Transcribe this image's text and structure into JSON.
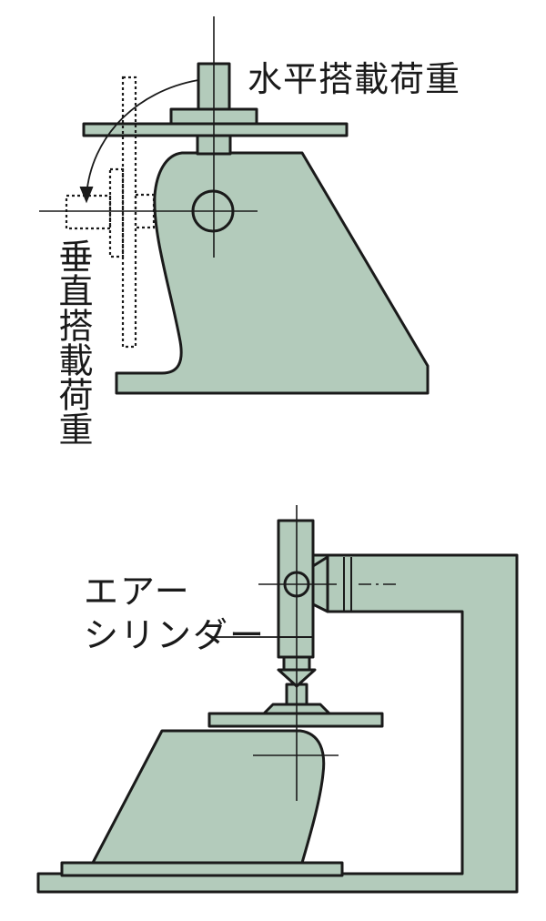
{
  "labels": {
    "horizontal_load": "水平搭載荷重",
    "vertical_load": "垂直搭載荷重",
    "air_cylinder_line1": "エアー",
    "air_cylinder_line2": "シリンダー"
  },
  "colors": {
    "fill": "#b3cbbb",
    "stroke": "#1a1a1a",
    "background": "#ffffff"
  }
}
